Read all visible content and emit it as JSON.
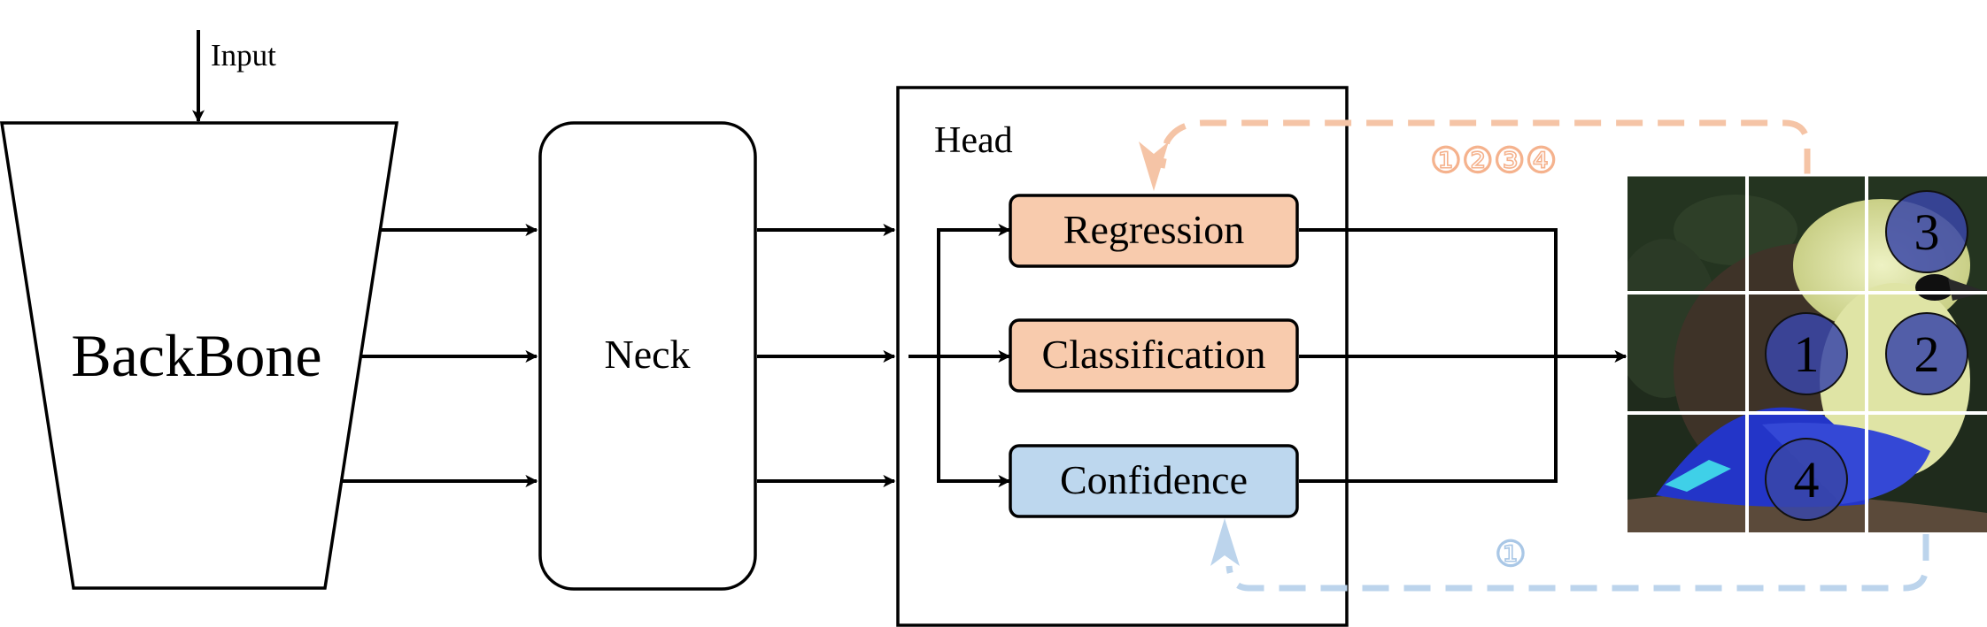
{
  "input_label": "Input",
  "backbone_label": "BackBone",
  "neck_label": "Neck",
  "head_label": "Head",
  "regression_label": "Regression",
  "classification_label": "Classification",
  "confidence_label": "Confidence",
  "orange_steps_label": "①②③④",
  "blue_steps_label": "①",
  "grid_cells": [
    "1",
    "2",
    "3",
    "4"
  ],
  "colors": {
    "regression_fill": "#f8cbad",
    "classification_fill": "#f8cbad",
    "confidence_fill": "#bdd7ee",
    "orange_dashed": "#f5c4a6",
    "blue_dashed": "#bcd4ec",
    "cell_circle": "#3a46a8"
  }
}
